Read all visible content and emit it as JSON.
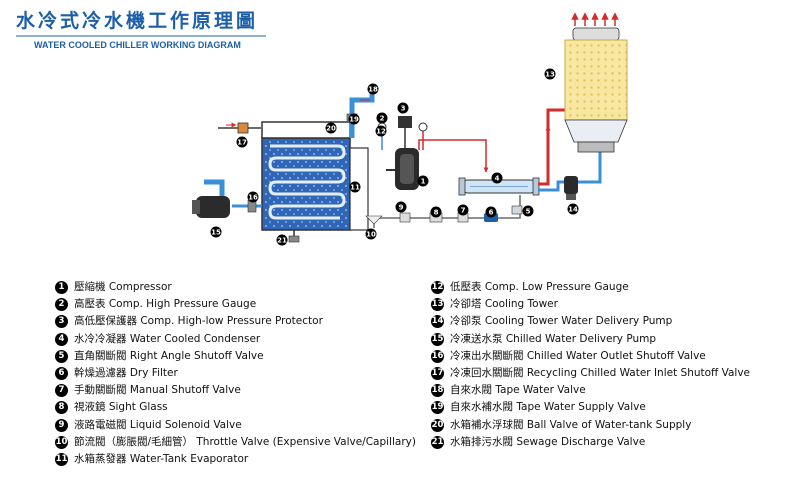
{
  "title": {
    "cn": "水冷式冷水機工作原理圖",
    "en": "WATER COOLED CHILLER WORKING DIAGRAM"
  },
  "colors": {
    "title_blue": "#1c5fa8",
    "hot_pipe": "#d42b2b",
    "cold_pipe": "#3a8fd9",
    "tank_water": "#2f66b8",
    "tower_fill": "#f8e7a0",
    "pipe_gray": "#6b6b6b"
  },
  "legend": {
    "left": [
      {
        "num": "1",
        "cn": "壓縮機",
        "en": "Compressor"
      },
      {
        "num": "2",
        "cn": "高壓表",
        "en": "Comp. High Pressure Gauge"
      },
      {
        "num": "3",
        "cn": "高低壓保護器",
        "en": "Comp. High-low Pressure Protector"
      },
      {
        "num": "4",
        "cn": "水冷冷凝器",
        "en": "Water Cooled Condenser"
      },
      {
        "num": "5",
        "cn": "直角關斷閥",
        "en": "Right Angle Shutoff Valve"
      },
      {
        "num": "6",
        "cn": "幹燥過濾器",
        "en": "Dry Filter"
      },
      {
        "num": "7",
        "cn": "手動關斷閥",
        "en": "Manual Shutoff Valve"
      },
      {
        "num": "8",
        "cn": "視液鏡",
        "en": "Sight Glass"
      },
      {
        "num": "9",
        "cn": "液路電磁閥",
        "en": "Liquid Solenoid Valve"
      },
      {
        "num": "10",
        "cn": "節流閥（膨脹閥/毛細管）",
        "en": "Throttle Valve (Expensive Valve/Capillary)"
      },
      {
        "num": "11",
        "cn": "水箱蒸發器",
        "en": "Water-Tank Evaporator"
      }
    ],
    "right": [
      {
        "num": "12",
        "cn": "低壓表",
        "en": "Comp. Low Pressure Gauge"
      },
      {
        "num": "13",
        "cn": "冷卻塔",
        "en": "Cooling Tower"
      },
      {
        "num": "14",
        "cn": "冷卻泵",
        "en": "Cooling Tower Water Delivery Pump"
      },
      {
        "num": "15",
        "cn": "冷凍送水泵",
        "en": "Chilled Water Delivery Pump"
      },
      {
        "num": "16",
        "cn": "冷凍出水關斷閥",
        "en": "Chilled Water Outlet Shutoff Valve"
      },
      {
        "num": "17",
        "cn": "冷凍回水關斷閥",
        "en": "Recycling Chilled Water Inlet Shutoff Valve"
      },
      {
        "num": "18",
        "cn": "自來水閥",
        "en": "Tape Water Valve"
      },
      {
        "num": "19",
        "cn": "自來水補水閥",
        "en": "Tape Water Supply Valve"
      },
      {
        "num": "20",
        "cn": "水箱補水浮球閥",
        "en": "Ball Valve of Water-tank Supply"
      },
      {
        "num": "21",
        "cn": "水箱排污水閥",
        "en": "Sewage Discharge Valve"
      }
    ]
  },
  "callouts": [
    "1",
    "2",
    "3",
    "4",
    "5",
    "6",
    "7",
    "8",
    "9",
    "10",
    "11",
    "12",
    "13",
    "14",
    "15",
    "16",
    "17",
    "18",
    "19",
    "20",
    "21"
  ]
}
